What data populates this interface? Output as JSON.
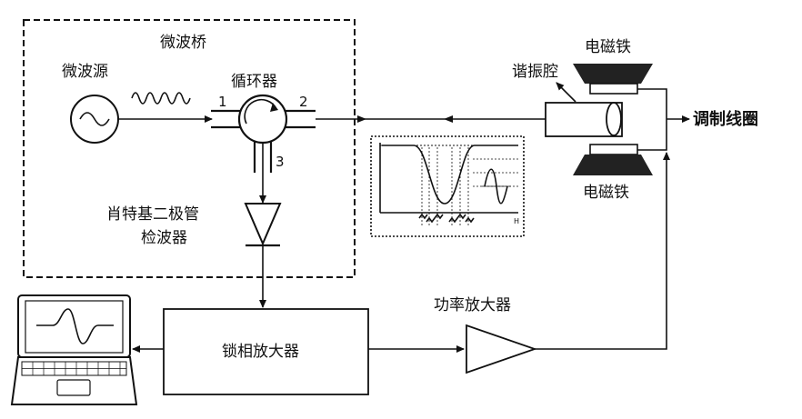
{
  "labels": {
    "bridge": "微波桥",
    "source": "微波源",
    "circulator": "循环器",
    "port1": "1",
    "port2": "2",
    "port3": "3",
    "detector_line1": "肖特基二极管",
    "detector_line2": "检波器",
    "cavity": "谐振腔",
    "magnet_top": "电磁铁",
    "magnet_bottom": "电磁铁",
    "coil": "调制线圈",
    "power_amp": "功率放大器",
    "lockin": "锁相放大器",
    "h_axis": "H"
  },
  "colors": {
    "line": "#111111",
    "magnet": "#222222",
    "background": "#ffffff"
  }
}
